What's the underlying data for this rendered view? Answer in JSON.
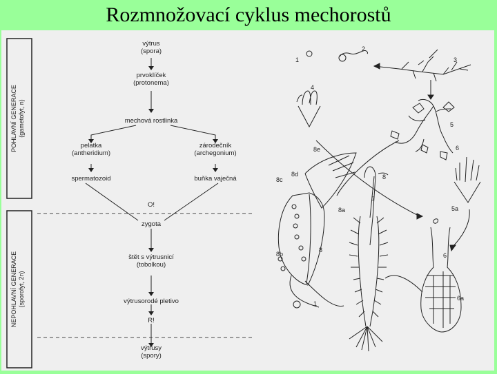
{
  "title": "Rozmnožovací cyklus mechorostů",
  "sidebar": {
    "gametophyte": [
      "POHLAVNÍ GENERACE",
      "(gametofyt, n)"
    ],
    "sporophyte": [
      "NEPOHLAVNÍ GENERACE",
      "(sporofyt, 2n)"
    ]
  },
  "flow": {
    "spore_top": [
      "výtrus",
      "(spora)"
    ],
    "protonema": [
      "prvoklíček",
      "(protonema)"
    ],
    "plant": [
      "mechová rostlinka"
    ],
    "antheridium": [
      "pelatka",
      "(antheridium)"
    ],
    "archegonium": [
      "zárodečník",
      "(archegonium)"
    ],
    "spermatozoid": [
      "spermatozoid"
    ],
    "egg": [
      "buňka vaječná"
    ],
    "fertilization": [
      "O!"
    ],
    "zygote": [
      "zygota"
    ],
    "seta": [
      "štět s výtrusnicí",
      "(tobolkou)"
    ],
    "sporogenous": [
      "výtrusorodé pletivo"
    ],
    "meiosis": [
      "R!"
    ],
    "spores": [
      "výtrusy",
      "(spory)"
    ]
  },
  "figure_labels": [
    "1",
    "2",
    "3",
    "4",
    "5",
    "6",
    "5a",
    "6",
    "6a",
    "8e",
    "8d",
    "8c",
    "8a",
    "8b",
    "8",
    "7",
    "8",
    "1"
  ],
  "colors": {
    "background": "#99ff99",
    "panel": "#efefef",
    "ink": "#222222"
  }
}
